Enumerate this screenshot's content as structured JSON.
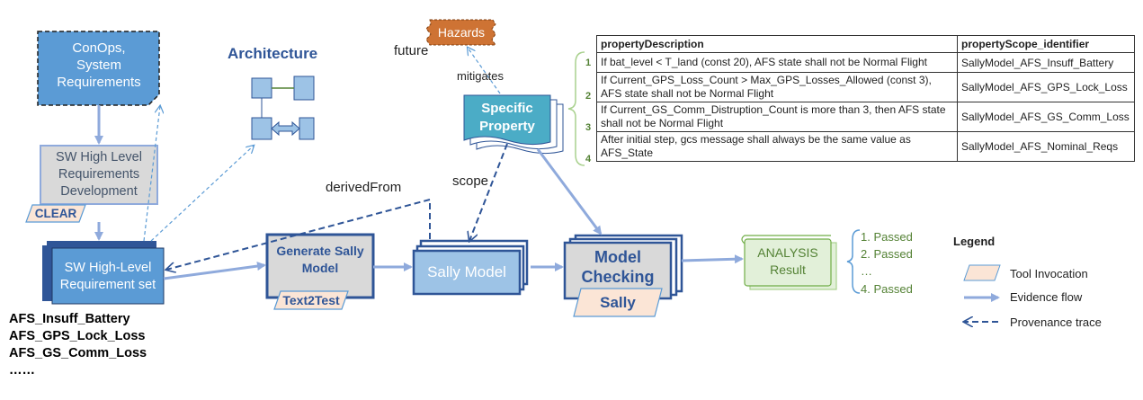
{
  "nodes": {
    "conops": "ConOps, System Requirements",
    "architecture": "Architecture",
    "hazards": "Hazards",
    "future": "future",
    "mitigates": "mitigates",
    "specific_property": "Specific Property",
    "hl_dev": "SW High Level Requirements Development",
    "clear": "CLEAR",
    "hl_set": "SW High-Level Requirement set",
    "derived_from": "derivedFrom",
    "scope": "scope",
    "generate": "Generate Sally Model",
    "text2test": "Text2Test",
    "sally_model": "Sally Model",
    "model_checking": "Model Checking",
    "sally": "Sally",
    "analysis": "ANALYSIS Result"
  },
  "results": [
    "1. Passed",
    "2. Passed",
    "…",
    "4. Passed"
  ],
  "requirements": [
    "AFS_Insuff_Battery",
    "AFS_GPS_Lock_Loss",
    "AFS_GS_Comm_Loss",
    "……"
  ],
  "legend": {
    "title": "Legend",
    "tool_invocation": "Tool Invocation",
    "evidence_flow": "Evidence flow",
    "provenance_trace": "Provenance trace"
  },
  "table": {
    "headers": [
      "propertyDescription",
      "propertyScope_identifier"
    ],
    "rows": [
      {
        "num": "1",
        "desc": "If bat_level < T_land (const 20), AFS state shall not be Normal Flight",
        "scope": "SallyModel_AFS_Insuff_Battery"
      },
      {
        "num": "2",
        "desc": "If Current_GPS_Loss_Count > Max_GPS_Losses_Allowed (const 3), AFS state shall not be Normal Flight",
        "scope": "SallyModel_AFS_GPS_Lock_Loss"
      },
      {
        "num": "3",
        "desc": "If  Current_GS_Comm_Distruption_Count is more than 3, then AFS state shall not be Normal Flight",
        "scope": "SallyModel_AFS_GS_Comm_Loss"
      },
      {
        "num": "4",
        "desc": "After initial step, gcs message shall always be the same value as AFS_State",
        "scope": "SallyModel_AFS_Nominal_Reqs"
      }
    ]
  },
  "colors": {
    "blue_fill": "#5b9bd5",
    "blue_dark": "#2f5597",
    "light_blue": "#9dc3e6",
    "gray_fill": "#d9d9d9",
    "teal_fill": "#4bacc6",
    "peach_fill": "#fbe5d6",
    "hazard_fill": "#c55a11",
    "arrow_blue": "#8faadc",
    "green_text": "#548235",
    "analysis_fill": "#e2f0d9"
  }
}
